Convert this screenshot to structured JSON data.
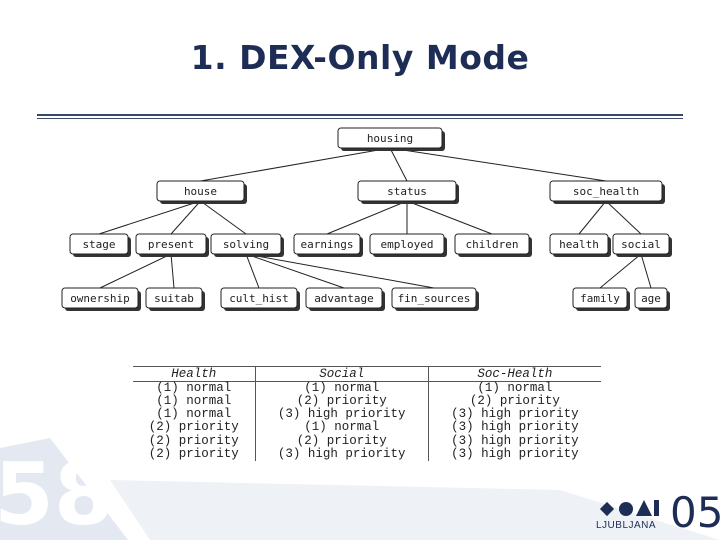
{
  "slide": {
    "title": "1. DEX-Only Mode",
    "slide_number": "58"
  },
  "tree": {
    "root": "housing",
    "level1": [
      "house",
      "status",
      "soc_health"
    ],
    "level2": [
      "stage",
      "present",
      "solving",
      "earnings",
      "employed",
      "children",
      "health",
      "social"
    ],
    "level3": [
      "ownership",
      "suitab",
      "cult_hist",
      "advantage",
      "fin_sources",
      "family",
      "age"
    ]
  },
  "table": {
    "headers": [
      "Health",
      "Social",
      "Soc-Health"
    ],
    "rows": [
      [
        "(1) normal",
        "(1) normal",
        "(1) normal"
      ],
      [
        "(1) normal",
        "(2) priority",
        "(2) priority"
      ],
      [
        "(1) normal",
        "(3) high priority",
        "(3) high priority"
      ],
      [
        "(2) priority",
        "(1) normal",
        "(3) high priority"
      ],
      [
        "(2) priority",
        "(2) priority",
        "(3) high priority"
      ],
      [
        "(2) priority",
        "(3) high priority",
        "(3) high priority"
      ]
    ]
  },
  "logo": {
    "city": "LJUBLJANA",
    "year": "05"
  },
  "colors": {
    "title": "#1d2d55",
    "decor": "#e5eaf2"
  }
}
